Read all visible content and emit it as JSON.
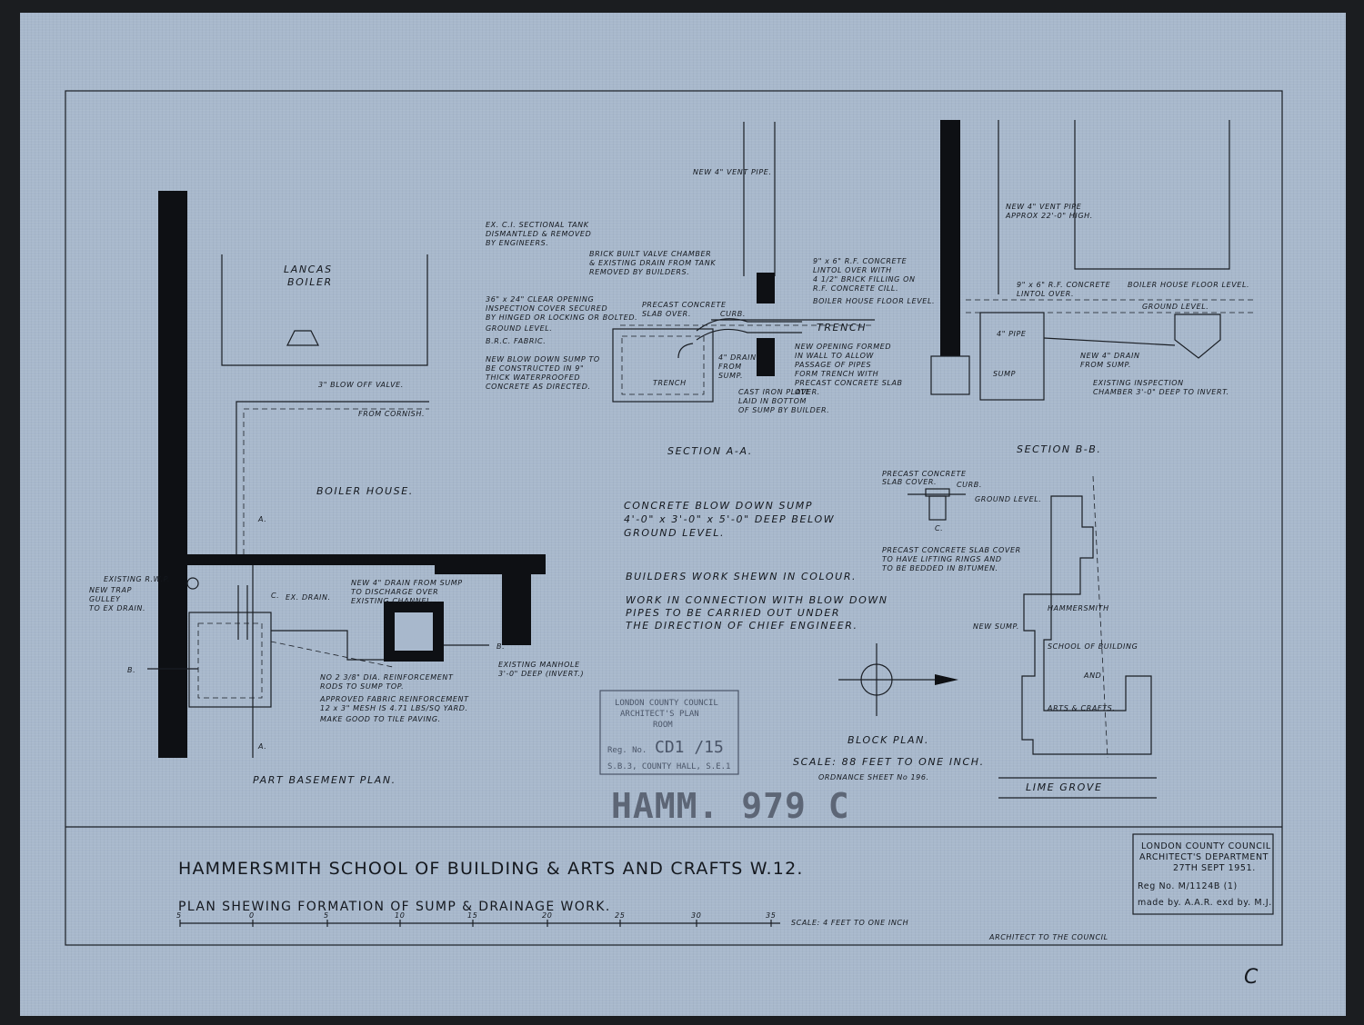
{
  "title": {
    "main": "HAMMERSMITH SCHOOL OF BUILDING & ARTS AND CRAFTS W.12.",
    "sub": "PLAN SHEWING FORMATION OF SUMP & DRAINAGE WORK."
  },
  "scale_bar": {
    "ticks": [
      "5",
      "0",
      "5",
      "10",
      "15",
      "20",
      "25",
      "30",
      "35"
    ],
    "label": "SCALE: 4 FEET TO ONE INCH"
  },
  "title_box": {
    "line1": "LONDON COUNTY COUNCIL",
    "line2": "ARCHITECT'S DEPARTMENT",
    "date": "27TH SEPT 1951.",
    "reg": "Reg No. M/1124B (1)",
    "made_by": "made by. A.A.R. exd by. M.J."
  },
  "architect_line": "ARCHITECT TO THE COUNCIL",
  "stamp": {
    "line1": "LONDON COUNTY COUNCIL",
    "line2": "ARCHITECT'S PLAN",
    "line3": "ROOM",
    "reg_label": "Reg. No.",
    "reg_value": "CD1 /15",
    "line5": "S.B.3, COUNTY HALL, S.E.1"
  },
  "ref_stamp": "HAMM. 979 C",
  "corner_mark": "C",
  "views": {
    "section_aa": "SECTION A-A.",
    "section_bb": "SECTION B-B.",
    "part_basement": "PART BASEMENT PLAN.",
    "block_plan": "BLOCK PLAN.",
    "block_scale": "SCALE: 88 FEET TO ONE INCH.",
    "ordnance": "ORDNANCE SHEET No 196."
  },
  "notes": {
    "sump_title": [
      "CONCRETE BLOW DOWN SUMP",
      "4'-0\" x 3'-0\" x 5'-0\" DEEP BELOW",
      "GROUND LEVEL."
    ],
    "builders": "BUILDERS WORK SHEWN IN COLOUR.",
    "work": [
      "WORK IN CONNECTION WITH BLOW DOWN",
      "PIPES TO BE CARRIED OUT UNDER",
      "THE DIRECTION OF CHIEF ENGINEER."
    ],
    "slab_cover": [
      "PRECAST CONCRETE SLAB COVER",
      "TO HAVE LIFTING RINGS AND",
      "TO BE BEDDED IN BITUMEN."
    ]
  },
  "plan_labels": {
    "lancas": "LANCAS",
    "boiler": "BOILER",
    "blow_off": "3\" BLOW OFF VALVE.",
    "from_cornish": "FROM CORNISH.",
    "boiler_house": "BOILER HOUSE.",
    "existing_rwp": "EXISTING R.W.P.",
    "new_trap": [
      "NEW TRAP",
      "GULLEY",
      "TO EX DRAIN."
    ],
    "ex_drain": "EX. DRAIN.",
    "new_drain": [
      "NEW 4\" DRAIN FROM SUMP",
      "TO DISCHARGE OVER",
      "EXISTING CHANNEL."
    ],
    "existing_manhole": [
      "EXISTING MANHOLE",
      "3'-0\" DEEP (INVERT.)"
    ],
    "reinforcement": [
      "NO 2 3/8\" DIA. REINFORCEMENT",
      "RODS TO SUMP TOP."
    ],
    "fabric": [
      "APPROVED FABRIC REINFORCEMENT",
      "12 x 3\" MESH IS 4.71 LBS/SQ YARD."
    ],
    "make_good": "MAKE GOOD TO TILE PAVING.",
    "mark_a": "A.",
    "mark_b": "B.",
    "mark_c": "C."
  },
  "section_aa_labels": {
    "vent": "NEW 4\" VENT PIPE.",
    "tank": [
      "EX. C.I. SECTIONAL TANK",
      "DISMANTLED & REMOVED",
      "BY ENGINEERS."
    ],
    "valve_chamber": [
      "BRICK BUILT VALVE CHAMBER",
      "& EXISTING DRAIN FROM TANK",
      "REMOVED BY BUILDERS."
    ],
    "lintol": [
      "9\" x 6\" R.F. CONCRETE",
      "LINTOL OVER WITH",
      "4 1/2\" BRICK FILLING ON",
      "R.F. CONCRETE CILL."
    ],
    "opening": [
      "36\" x 24\" CLEAR OPENING",
      "INSPECTION COVER SECURED",
      "BY HINGED OR LOCKING OR BOLTED."
    ],
    "precast": [
      "PRECAST CONCRETE",
      "SLAB OVER."
    ],
    "curb": "CURB.",
    "floor_level": "BOILER HOUSE FLOOR LEVEL.",
    "ground_level": "GROUND LEVEL.",
    "trench": "TRENCH",
    "brc": "B.R.C. FABRIC.",
    "new_sump": [
      "NEW BLOW DOWN SUMP TO",
      "BE CONSTRUCTED IN 9\"",
      "THICK WATERPROOFED",
      "CONCRETE AS DIRECTED."
    ],
    "new_opening": [
      "NEW OPENING FORMED",
      "IN WALL TO ALLOW",
      "PASSAGE OF PIPES",
      "FORM TRENCH WITH",
      "PRECAST CONCRETE SLAB",
      "OVER."
    ],
    "drain_sump": [
      "4\" DRAIN",
      "FROM",
      "SUMP."
    ],
    "cast_iron": [
      "CAST IRON PLATE",
      "LAID IN BOTTOM",
      "OF SUMP BY BUILDER."
    ],
    "trench_lower": "TRENCH"
  },
  "section_bb_labels": {
    "vent": [
      "NEW 4\" VENT PIPE",
      "APPROX 22'-0\" HIGH."
    ],
    "lintol": [
      "9\" x 6\" R.F. CONCRETE",
      "LINTOL OVER."
    ],
    "floor": "BOILER HOUSE FLOOR LEVEL.",
    "ground": "GROUND LEVEL.",
    "drain": [
      "NEW 4\" DRAIN",
      "FROM SUMP."
    ],
    "inspection": [
      "EXISTING INSPECTION",
      "CHAMBER 3'-0\" DEEP TO INVERT."
    ],
    "sump": "SUMP",
    "pipe": "4\" PIPE"
  },
  "detail_c": {
    "slab": [
      "PRECAST CONCRETE",
      "SLAB COVER."
    ],
    "curb": "CURB.",
    "ground": "GROUND LEVEL.",
    "mark": "C."
  },
  "block_plan_labels": {
    "hammersmith": "HAMMERSMITH",
    "school": "SCHOOL OF BUILDING",
    "and": "AND",
    "arts": "ARTS & CRAFTS.",
    "new_sump": "NEW SUMP.",
    "road": "LIME GROVE"
  }
}
